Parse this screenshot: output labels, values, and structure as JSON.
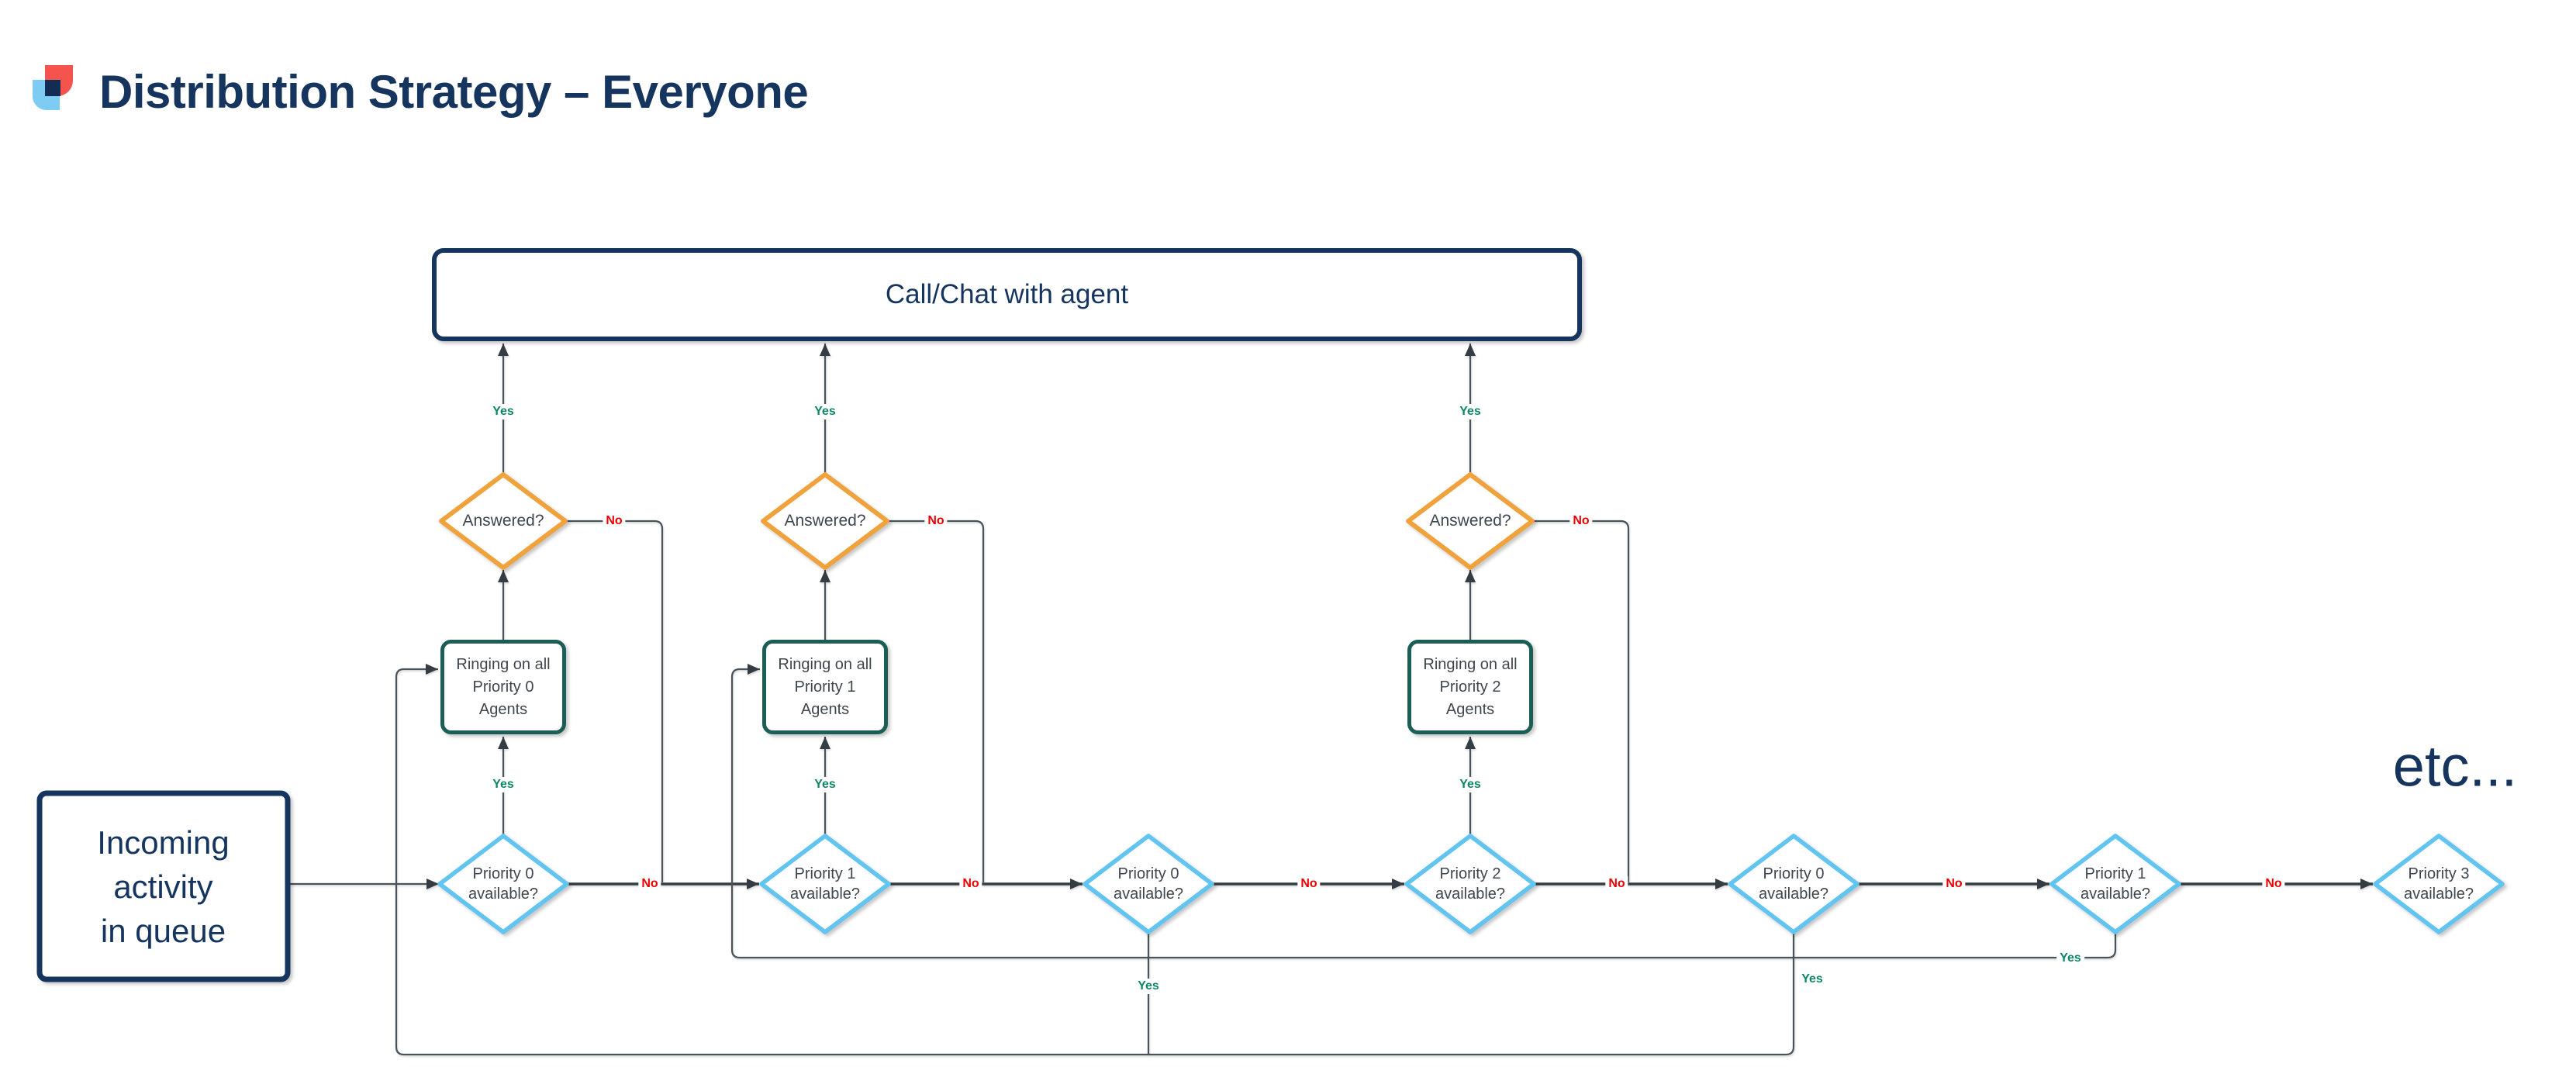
{
  "title": "Distribution Strategy – Everyone",
  "colors": {
    "background": "#ffffff",
    "navy": "#15355e",
    "line": "#4a525a",
    "chain": "#343c44",
    "orange": "#f0a33c",
    "light_blue": "#62c4f0",
    "teal": "#1b5e55",
    "yes_green": "#0e8765",
    "no_red": "#ee0000",
    "node_text": "#3f464d",
    "logo_red": "#f4534e",
    "logo_blue": "#7ecbf4",
    "logo_navy": "#132c54"
  },
  "labels": {
    "yes": "Yes",
    "no": "No",
    "etc": "etc..."
  },
  "nodes": {
    "terminal": {
      "label": "Call/Chat with agent"
    },
    "start": {
      "line1": "Incoming",
      "line2": "activity",
      "line3": "in queue"
    },
    "answered": {
      "label": "Answered?"
    },
    "ringing": [
      {
        "line1": "Ringing on all",
        "line2": "Priority 0",
        "line3": "Agents"
      },
      {
        "line1": "Ringing on all",
        "line2": "Priority 1",
        "line3": "Agents"
      },
      {
        "line1": "Ringing on all",
        "line2": "Priority 2",
        "line3": "Agents"
      }
    ],
    "decisions": [
      {
        "line1": "Priority 0",
        "line2": "available?"
      },
      {
        "line1": "Priority 1",
        "line2": "available?"
      },
      {
        "line1": "Priority 0",
        "line2": "available?"
      },
      {
        "line1": "Priority 2",
        "line2": "available?"
      },
      {
        "line1": "Priority 0",
        "line2": "available?"
      },
      {
        "line1": "Priority 1",
        "line2": "available?"
      },
      {
        "line1": "Priority 3",
        "line2": "available?"
      }
    ]
  }
}
